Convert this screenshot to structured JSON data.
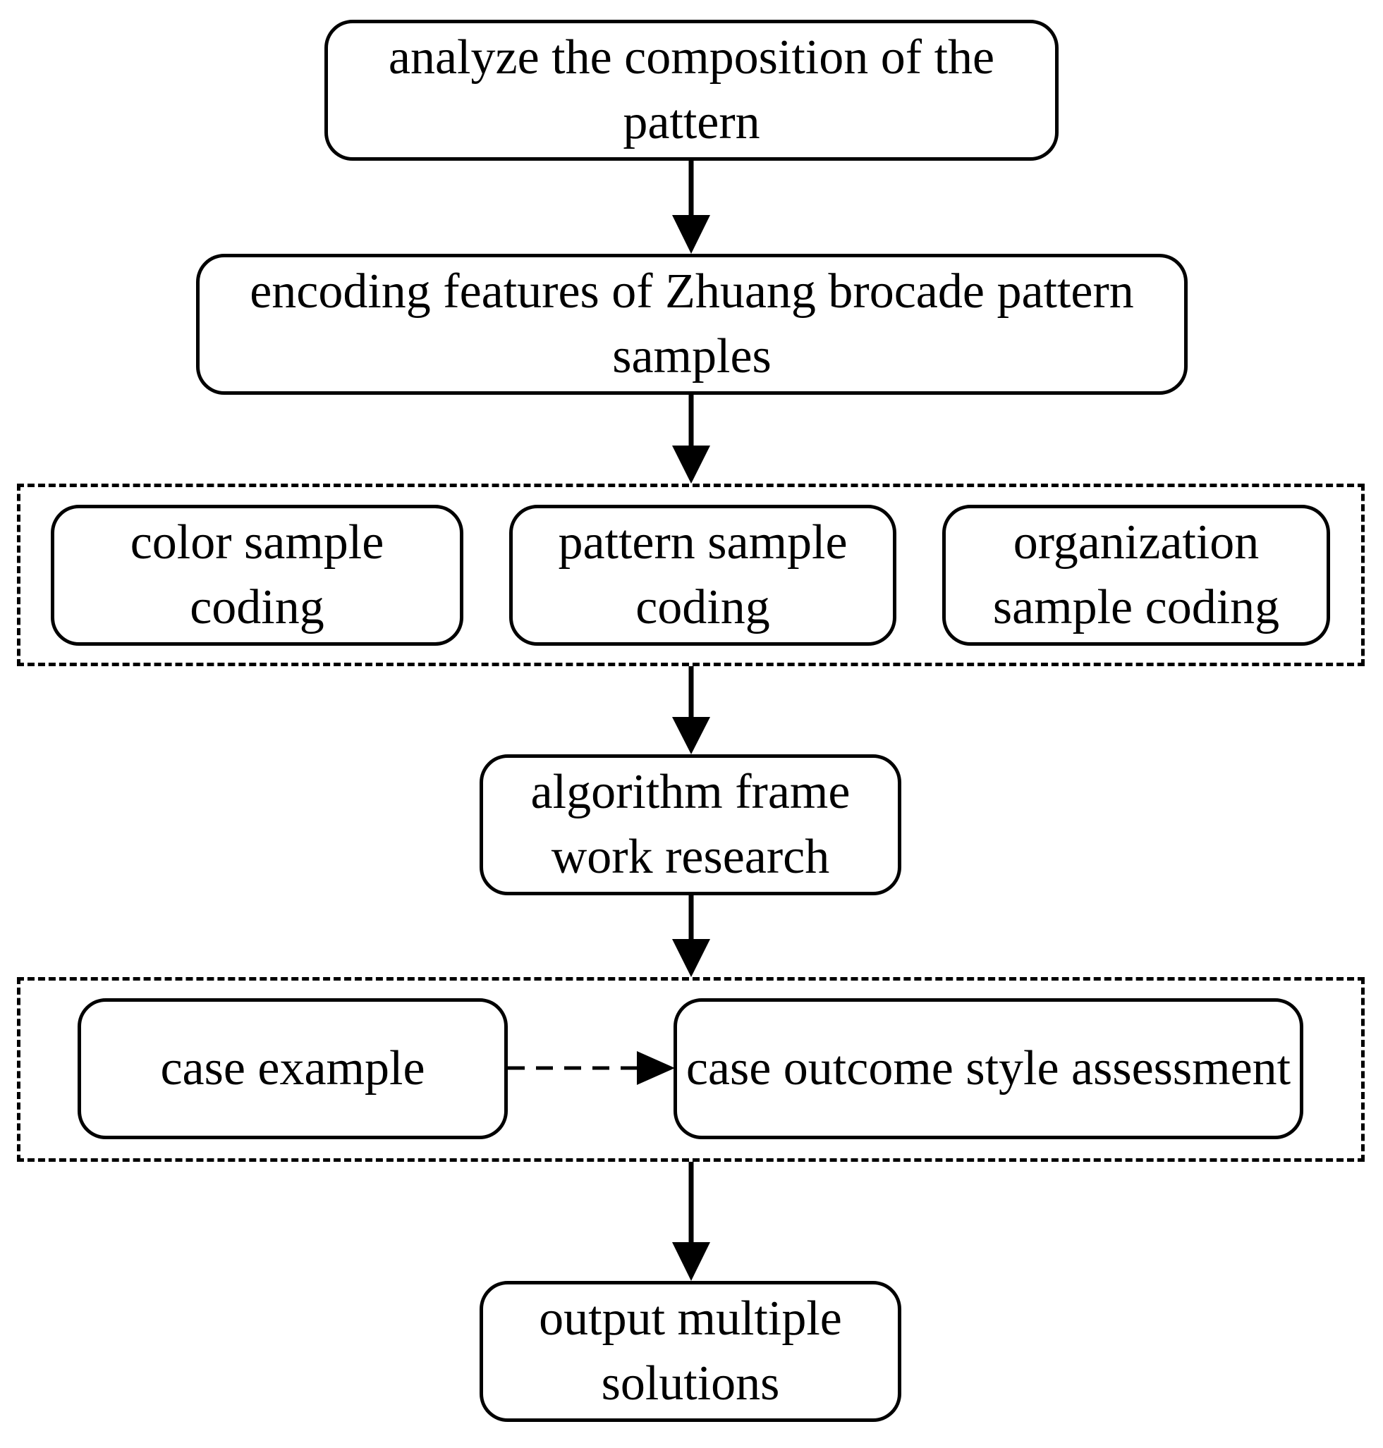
{
  "diagram": {
    "type": "flowchart",
    "colors": {
      "stroke": "#000000",
      "fill": "#ffffff",
      "text": "#000000"
    },
    "nodes": {
      "analyze": "analyze the composition of the pattern",
      "encoding": "encoding features of Zhuang brocade pattern samples",
      "color_coding": "color sample coding",
      "pattern_coding": "pattern sample coding",
      "organization_coding": "organization sample coding",
      "algorithm": "algorithm frame work research",
      "case_example": "case example",
      "case_assessment": "case outcome style assessment",
      "output": "output multiple solutions"
    },
    "edges": [
      {
        "from": "analyze",
        "to": "encoding",
        "style": "solid"
      },
      {
        "from": "encoding",
        "to": "coding-group",
        "style": "solid"
      },
      {
        "from": "coding-group",
        "to": "algorithm",
        "style": "solid"
      },
      {
        "from": "algorithm",
        "to": "case-group",
        "style": "solid"
      },
      {
        "from": "case_example",
        "to": "case_assessment",
        "style": "dashed"
      },
      {
        "from": "case-group",
        "to": "output",
        "style": "solid"
      }
    ]
  }
}
